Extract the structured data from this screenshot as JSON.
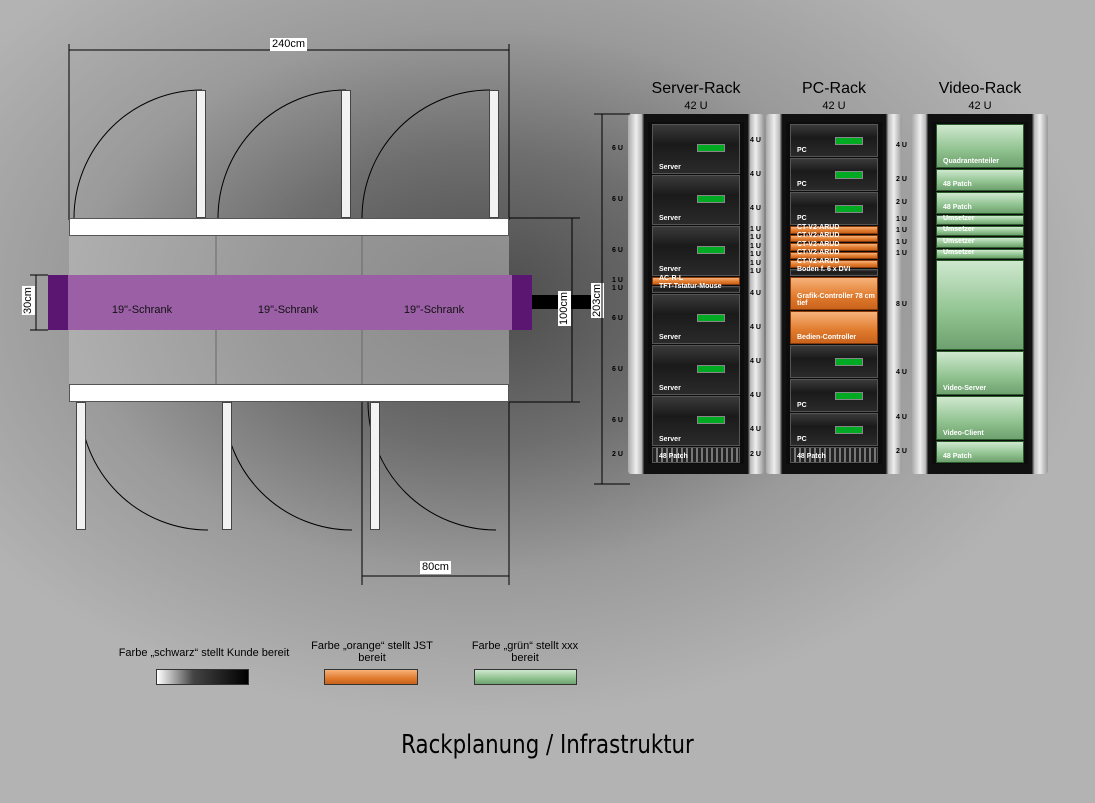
{
  "plan": {
    "width_label": "240cm",
    "depth_label": "30cm",
    "shelf_depth_label": "100cm",
    "total_depth_label": "203cm",
    "door_label": "80cm",
    "cabinets": [
      "19\"-Schrank",
      "19\"-Schrank",
      "19\"-Schrank"
    ]
  },
  "racks": [
    {
      "title": "Server-Rack",
      "units": "42 U",
      "u_labels": [
        "6 U",
        "6 U",
        "6 U",
        "1 U",
        "1 U",
        "6 U",
        "6 U",
        "6 U",
        "2 U"
      ],
      "devices": [
        {
          "label": "Server",
          "kind": "black"
        },
        {
          "label": "Server",
          "kind": "black"
        },
        {
          "label": "Server",
          "kind": "black"
        },
        {
          "label": "AC-R-L",
          "kind": "orange"
        },
        {
          "label": "TFT-Tstatur-Mouse",
          "kind": "black"
        },
        {
          "label": "Server",
          "kind": "black"
        },
        {
          "label": "Server",
          "kind": "black"
        },
        {
          "label": "Server",
          "kind": "black"
        },
        {
          "label": "48 Patch",
          "kind": "patch"
        }
      ]
    },
    {
      "title": "PC-Rack",
      "units": "42 U",
      "u_labels": [
        "4 U",
        "4 U",
        "4 U",
        "1 U",
        "1 U",
        "1 U",
        "1 U",
        "1 U",
        "1 U",
        "4 U",
        "4 U",
        "4 U",
        "4 U",
        "4 U",
        "2 U"
      ],
      "devices": [
        {
          "label": "PC",
          "kind": "black"
        },
        {
          "label": "PC",
          "kind": "black"
        },
        {
          "label": "PC",
          "kind": "black"
        },
        {
          "label": "CT-V2-ARUD",
          "kind": "orange"
        },
        {
          "label": "CT-V2-ARUD",
          "kind": "orange"
        },
        {
          "label": "CT-V2-ARUD",
          "kind": "orange"
        },
        {
          "label": "CT-V2-ARUD",
          "kind": "orange"
        },
        {
          "label": "CT-V2-ARUD",
          "kind": "orange"
        },
        {
          "label": "Boden f. 6 x DVI",
          "kind": "black"
        },
        {
          "label": "Grafik-Controller 78 cm tief",
          "kind": "orange"
        },
        {
          "label": "Bedien-Controller",
          "kind": "orange"
        },
        {
          "label": "",
          "kind": "black"
        },
        {
          "label": "PC",
          "kind": "black"
        },
        {
          "label": "PC",
          "kind": "black"
        },
        {
          "label": "48 Patch",
          "kind": "patch"
        }
      ]
    },
    {
      "title": "Video-Rack",
      "units": "42 U",
      "u_labels": [
        "4 U",
        "2 U",
        "2 U",
        "1 U",
        "1 U",
        "1 U",
        "1 U",
        "8 U",
        "4 U",
        "4 U",
        "2 U"
      ],
      "devices": [
        {
          "label": "Quadrantenteiler",
          "kind": "green"
        },
        {
          "label": "48 Patch",
          "kind": "green"
        },
        {
          "label": "48 Patch",
          "kind": "green"
        },
        {
          "label": "Umsetzer",
          "kind": "green"
        },
        {
          "label": "Umsetzer",
          "kind": "green"
        },
        {
          "label": "Umsetzer",
          "kind": "green"
        },
        {
          "label": "Umsetzer",
          "kind": "green"
        },
        {
          "label": "",
          "kind": "green"
        },
        {
          "label": "Video-Server",
          "kind": "green"
        },
        {
          "label": "Video-Client",
          "kind": "green"
        },
        {
          "label": "48 Patch",
          "kind": "green"
        }
      ]
    }
  ],
  "legend": [
    {
      "text": "Farbe „schwarz“ stellt Kunde bereit",
      "kind": "black"
    },
    {
      "text": "Farbe „orange“ stellt JST bereit",
      "kind": "orange"
    },
    {
      "text": "Farbe „grün“ stellt xxx bereit",
      "kind": "green"
    }
  ],
  "footer_title": "Rackplanung / Infrastruktur"
}
